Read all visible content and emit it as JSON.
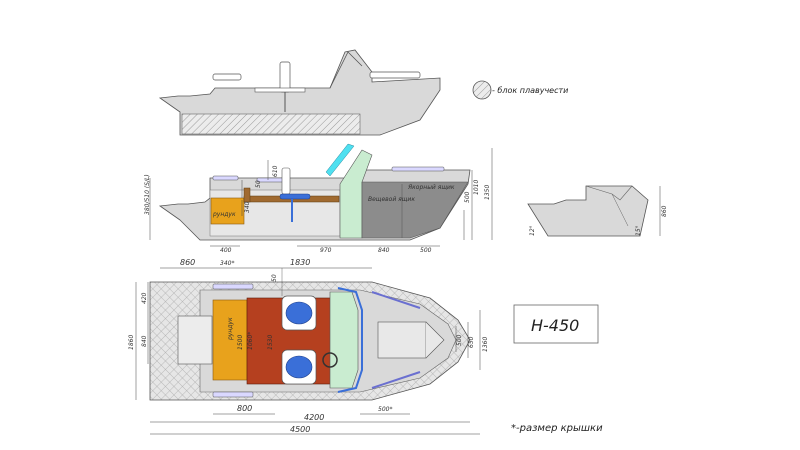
{
  "legend": {
    "flotation_label": "- блок плавучести"
  },
  "model_box": {
    "model": "H-450"
  },
  "footnote": "*-размер крышки",
  "side_view": {
    "vertical_dims": [
      "380/510 (S/L)",
      "50",
      "610",
      "340",
      "500",
      "1010",
      "1350"
    ],
    "horizontal_dims": [
      "400",
      "970",
      "840",
      "500"
    ],
    "zones": [
      "рундук",
      "Вещевой ящик",
      "Якорный ящик"
    ]
  },
  "stern_view": {
    "dims": [
      "12°",
      "15°",
      "860"
    ]
  },
  "top_view": {
    "top_dims": [
      "860",
      "340*",
      "1830",
      "50"
    ],
    "left_dims": [
      "420",
      "840",
      "1860"
    ],
    "right_dims": [
      "500",
      "650",
      "1360"
    ],
    "inner_dims": [
      "1500",
      "1060*",
      "1530"
    ],
    "bottom_dims": [
      "800",
      "500*",
      "4200",
      "4500"
    ],
    "zone": "рундук"
  },
  "colors": {
    "hull": "#d9d9d9",
    "hull_dark": "#8c8c8c",
    "locker_orange": "#e8a21c",
    "deck_red": "#b5401f",
    "seat_blue": "#3a6fd8",
    "glass_green": "#c9ecd0",
    "glass_cyan": "#4fe0f0",
    "trim_blue": "#6a6fd0",
    "frame_brown": "#a06a30"
  }
}
